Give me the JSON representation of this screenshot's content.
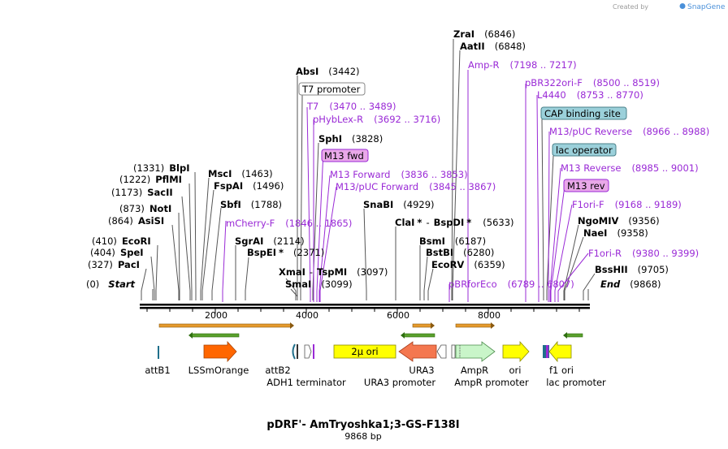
{
  "watermark": {
    "prefix": "Created by",
    "brand": "SnapGene"
  },
  "title": "pDRF'- AmTryoshka1;3-GS-F138I",
  "length_label": "9868 bp",
  "colors": {
    "primer": "#9a2ad6",
    "backbone": "#000000",
    "orange_arrow": "#e59a2c",
    "green_arrow": "#2e8b2e",
    "LSSmOrange": "#ff6600",
    "URA3": "#f4774f",
    "AmpR": "#c9f5c9",
    "ori": "#ffff00",
    "2mu_ori": "#ffff00",
    "f1_ori": "#ffff00"
  },
  "axis": {
    "ticks": [
      "2000",
      "4000",
      "6000",
      "8000"
    ]
  },
  "labels": {
    "start": {
      "name": "Start",
      "pos": "(0)"
    },
    "end": {
      "name": "End",
      "pos": "(9868)"
    },
    "sites": [
      {
        "name": "PacI",
        "pos": "(327)"
      },
      {
        "name": "SpeI",
        "pos": "(404)"
      },
      {
        "name": "EcoRI",
        "pos": "(410)"
      },
      {
        "name": "AsiSI",
        "pos": "(864)"
      },
      {
        "name": "NotI",
        "pos": "(873)"
      },
      {
        "name": "SacII",
        "pos": "(1173)"
      },
      {
        "name": "PflMI",
        "pos": "(1222)"
      },
      {
        "name": "BlpI",
        "pos": "(1331)"
      },
      {
        "name": "MscI",
        "pos": "(1463)"
      },
      {
        "name": "FspAI",
        "pos": "(1496)"
      },
      {
        "name": "SbfI",
        "pos": "(1788)"
      },
      {
        "name": "SgrAI",
        "pos": "(2114)"
      },
      {
        "name": "BspEI",
        "pos": "(2371)",
        "star": "*"
      },
      {
        "name": "AbsI",
        "pos": "(3442)"
      },
      {
        "name": "SphI",
        "pos": "(3828)"
      },
      {
        "name": "XmaI",
        "pos": "(3097)",
        "pair": "TspMI"
      },
      {
        "name": "SmaI",
        "pos": "(3099)"
      },
      {
        "name": "SnaBI",
        "pos": "(4929)"
      },
      {
        "name": "ClaI",
        "pair": "BspDI",
        "pos": "(5633)",
        "star": "*"
      },
      {
        "name": "BsmI",
        "pos": "(6187)"
      },
      {
        "name": "BstBI",
        "pos": "(6280)"
      },
      {
        "name": "EcoRV",
        "pos": "(6359)"
      },
      {
        "name": "ZraI",
        "pos": "(6846)"
      },
      {
        "name": "AatII",
        "pos": "(6848)"
      },
      {
        "name": "NgoMIV",
        "pos": "(9356)"
      },
      {
        "name": "NaeI",
        "pos": "(9358)"
      },
      {
        "name": "BssHII",
        "pos": "(9705)"
      }
    ],
    "primers": [
      {
        "name": "mCherry-F",
        "range": "(1846 .. 1865)"
      },
      {
        "name": "T7",
        "range": "(3470 .. 3489)"
      },
      {
        "name": "pHybLex-R",
        "range": "(3692 .. 3716)"
      },
      {
        "name": "M13 Forward",
        "range": "(3836 .. 3853)"
      },
      {
        "name": "M13/pUC Forward",
        "range": "(3845 .. 3867)"
      },
      {
        "name": "Amp-R",
        "range": "(7198 .. 7217)"
      },
      {
        "name": "pBRforEco",
        "range": "(6789 .. 6807)"
      },
      {
        "name": "pBR322ori-F",
        "range": "(8500 .. 8519)"
      },
      {
        "name": "L4440",
        "range": "(8753 .. 8770)"
      },
      {
        "name": "M13/pUC Reverse",
        "range": "(8966 .. 8988)"
      },
      {
        "name": "M13 Reverse",
        "range": "(8985 .. 9001)"
      },
      {
        "name": "F1ori-F",
        "range": "(9168 .. 9189)"
      },
      {
        "name": "F1ori-R",
        "range": "(9380 .. 9399)"
      }
    ],
    "boxed": [
      {
        "name": "T7 promoter"
      },
      {
        "name": "M13 fwd"
      },
      {
        "name": "CAP binding site"
      },
      {
        "name": "lac operator"
      },
      {
        "name": "M13 rev"
      }
    ],
    "features": {
      "attB1": "attB1",
      "LSSmOrange": "LSSmOrange",
      "attB2": "attB2",
      "ADH1": "ADH1 terminator",
      "two_mu": "2µ ori",
      "URA3": "URA3",
      "URA3_promoter": "URA3 promoter",
      "AmpR": "AmpR",
      "AmpR_promoter": "AmpR promoter",
      "ori": "ori",
      "f1_ori": "f1 ori",
      "lac_promoter": "lac promoter"
    },
    "dash": "-"
  }
}
